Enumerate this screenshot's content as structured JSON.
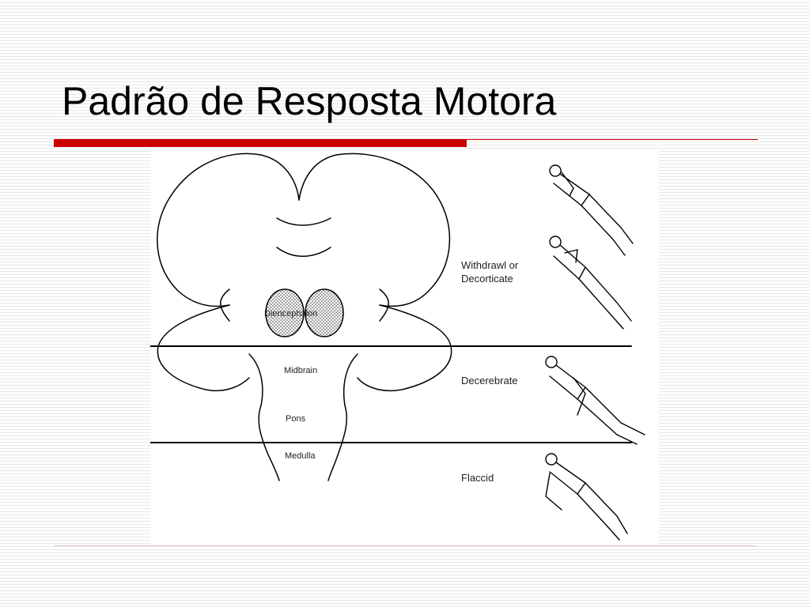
{
  "slide": {
    "title": "Padrão de Resposta Motora"
  },
  "figure": {
    "brain_regions": {
      "diencephalon": "Diencephalon",
      "midbrain": "Midbrain",
      "pons": "Pons",
      "medulla": "Medulla"
    },
    "patterns": {
      "decorticate_line1": "Withdrawl or",
      "decorticate_line2": "Decorticate",
      "decerebrate": "Decerebrate",
      "flaccid": "Flaccid"
    }
  },
  "colors": {
    "accent_red": "#cc0000",
    "stripe": "#e6e6e6",
    "ink": "#000000"
  }
}
